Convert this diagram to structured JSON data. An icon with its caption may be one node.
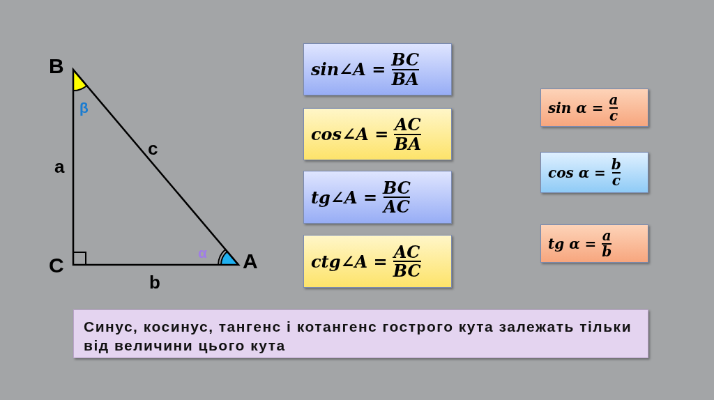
{
  "diagram": {
    "nodes": [
      {
        "text": [
          "sin∠A =",
          "BC",
          "BA"
        ]
      },
      {
        "text": [
          "cos∠A =",
          "AC",
          "BA"
        ]
      },
      {
        "text": [
          "tg∠A =",
          "BC",
          "AC"
        ]
      },
      {
        "text": [
          "ctg∠A =",
          "AC",
          "BC"
        ]
      },
      {
        "text": [
          "sin α =",
          "a",
          "c"
        ]
      },
      {
        "text": [
          "cos α =",
          "b",
          "c"
        ]
      },
      {
        "text": [
          "tg α =",
          "a",
          "b"
        ]
      },
      {
        "text": [
          "Синус, косинус, тангенс і котангенс гострого кута залежать тільки від величини цього кута"
        ]
      }
    ],
    "labels": [
      "B",
      "β",
      "a",
      "c",
      "C",
      "α",
      "A",
      "b"
    ]
  }
}
